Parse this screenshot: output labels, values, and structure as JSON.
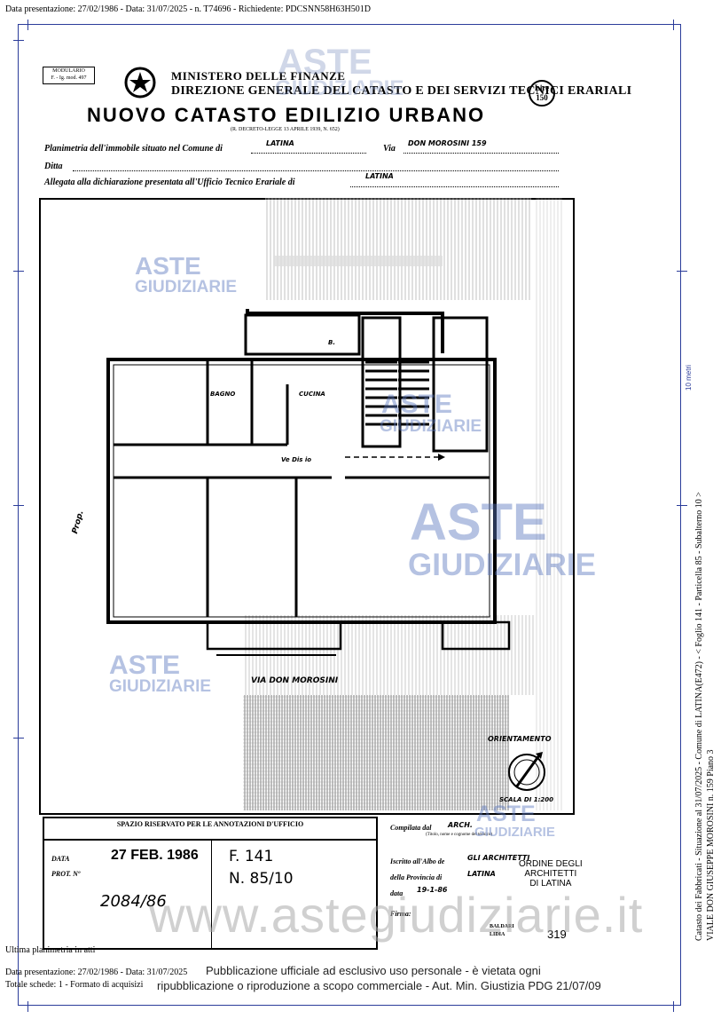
{
  "header": {
    "top_line": "Data presentazione: 27/02/1986 - Data: 31/07/2025 - n. T74696 - Richiedente: PDCSNN58H63H501D"
  },
  "side": {
    "scale_label": "10 metri",
    "cadastre_line1": "Catasto dei Fabbricati - Situazione al 31/07/2025 - Comune di LATINA(E472) - < Foglio 141 - Particella 85 - Subalterno 10 >",
    "cadastre_line2": "VIALE DON GIUSEPPE MOROSINI n. 159 Piano 3"
  },
  "form": {
    "modulario": "MODULARIO\nF. - Ig. mod. 497",
    "ministry_line1": "MINISTERO DELLE FINANZE",
    "ministry_line2": "DIREZIONE GENERALE DEL CATASTO E DEI SERVIZI TECNICI ERARIALI",
    "title": "NUOVO CATASTO EDILIZIO URBANO",
    "decree": "(R. DECRETO-LEGGE 13 APRILE 1939, N. 652)",
    "lire": "Lire\n150",
    "planimetria_label": "Planimetria dell'immobile situato nel Comune di",
    "comune_value": "LATINA",
    "via_label": "Via",
    "via_value": "DON MOROSINI 159",
    "ditta_label": "Ditta",
    "allegata_label": "Allegata alla dichiarazione presentata all'Ufficio Tecnico Erariale di",
    "ufficio_value": "LATINA"
  },
  "plan": {
    "label_bagno": "BAGNO",
    "label_cucina": "CUCINA",
    "label_balcony_top": "B.",
    "label_corridor": "Ve Dis io",
    "label_prop": "Prop.",
    "label_street": "VIA DON MOROSINI",
    "label_orientamento": "ORIENTAMENTO",
    "label_scala": "SCALA DI 1:200"
  },
  "annotations": {
    "heading": "SPAZIO RISERVATO PER LE ANNOTAZIONI D'UFFICIO",
    "data_label": "DATA",
    "data_value": "27 FEB. 1986",
    "prot_label": "PROT. Nº",
    "prot_value": "2084/86",
    "foglio": "F. 141",
    "numero": "N. 85/10"
  },
  "compilata": {
    "compilata_label": "Compilata dal",
    "compilata_value": "ARCH.",
    "subnote": "(Titolo, nome e cognome del tecnico)",
    "iscritto_label": "Iscritto all'Albo de",
    "iscritto_value": "GLI ARCHITETTI",
    "provincia_label": "della Provincia di",
    "provincia_value": "LATINA",
    "data_label": "data",
    "data_value": "19-1-86",
    "firma_label": "Firma:",
    "stamp": "ORDINE DEGLI\nARCHITETTI\nDI LATINA",
    "bottom_left": "BALDARI\nLIDIA",
    "bottom_right": "319"
  },
  "watermarks": {
    "aste": "ASTE",
    "giudiziarie": "GIUDIZIARIE",
    "site": "www.astegiudiziarie.it"
  },
  "footer": {
    "ultima": "Ultima planimetria in atti",
    "line1": "Data presentazione: 27/02/1986 - Data: 31/07/2025",
    "line2": "Totale schede: 1 - Formato di acquisizi",
    "pub1": "Pubblicazione ufficiale ad esclusivo uso personale - è vietata ogni",
    "pub2": "ripubblicazione o riproduzione a scopo commerciale - Aut. Min. Giustizia PDG 21/07/09"
  }
}
